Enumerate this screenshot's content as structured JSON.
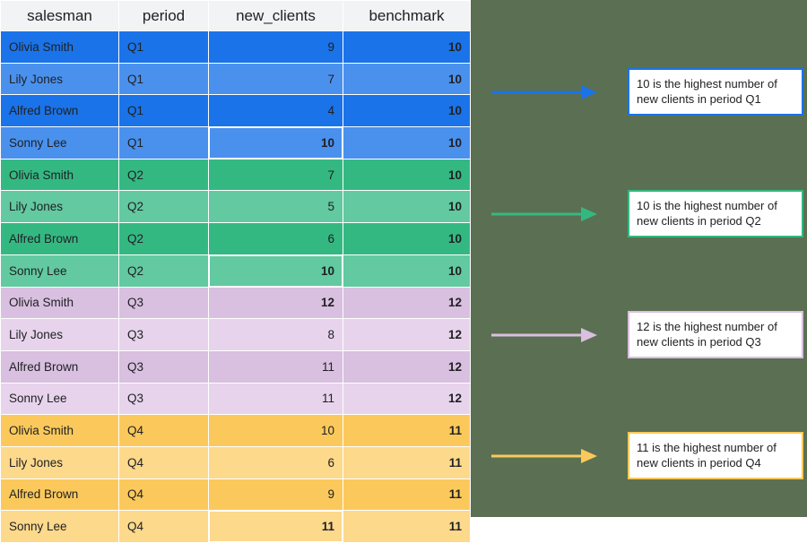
{
  "table": {
    "headers": [
      "salesman",
      "period",
      "new_clients",
      "benchmark"
    ],
    "rows": [
      {
        "salesman": "Olivia Smith",
        "period": "Q1",
        "new_clients": "9",
        "benchmark": "10",
        "quarter": "q1",
        "shade": "dark",
        "highlight": false
      },
      {
        "salesman": "Lily Jones",
        "period": "Q1",
        "new_clients": "7",
        "benchmark": "10",
        "quarter": "q1",
        "shade": "light",
        "highlight": false
      },
      {
        "salesman": "Alfred Brown",
        "period": "Q1",
        "new_clients": "4",
        "benchmark": "10",
        "quarter": "q1",
        "shade": "dark",
        "highlight": false
      },
      {
        "salesman": "Sonny Lee",
        "period": "Q1",
        "new_clients": "10",
        "benchmark": "10",
        "quarter": "q1",
        "shade": "light",
        "highlight": true
      },
      {
        "salesman": "Olivia Smith",
        "period": "Q2",
        "new_clients": "7",
        "benchmark": "10",
        "quarter": "q2",
        "shade": "dark",
        "highlight": false
      },
      {
        "salesman": "Lily Jones",
        "period": "Q2",
        "new_clients": "5",
        "benchmark": "10",
        "quarter": "q2",
        "shade": "light",
        "highlight": false
      },
      {
        "salesman": "Alfred Brown",
        "period": "Q2",
        "new_clients": "6",
        "benchmark": "10",
        "quarter": "q2",
        "shade": "dark",
        "highlight": false
      },
      {
        "salesman": "Sonny Lee",
        "period": "Q2",
        "new_clients": "10",
        "benchmark": "10",
        "quarter": "q2",
        "shade": "light",
        "highlight": true
      },
      {
        "salesman": "Olivia Smith",
        "period": "Q3",
        "new_clients": "12",
        "benchmark": "12",
        "quarter": "q3",
        "shade": "dark",
        "highlight": false,
        "bold_new": true
      },
      {
        "salesman": "Lily Jones",
        "period": "Q3",
        "new_clients": "8",
        "benchmark": "12",
        "quarter": "q3",
        "shade": "light",
        "highlight": false
      },
      {
        "salesman": "Alfred Brown",
        "period": "Q3",
        "new_clients": "11",
        "benchmark": "12",
        "quarter": "q3",
        "shade": "dark",
        "highlight": false
      },
      {
        "salesman": "Sonny Lee",
        "period": "Q3",
        "new_clients": "11",
        "benchmark": "12",
        "quarter": "q3",
        "shade": "light",
        "highlight": false
      },
      {
        "salesman": "Olivia Smith",
        "period": "Q4",
        "new_clients": "10",
        "benchmark": "11",
        "quarter": "q4",
        "shade": "dark",
        "highlight": false
      },
      {
        "salesman": "Lily Jones",
        "period": "Q4",
        "new_clients": "6",
        "benchmark": "11",
        "quarter": "q4",
        "shade": "light",
        "highlight": false
      },
      {
        "salesman": "Alfred Brown",
        "period": "Q4",
        "new_clients": "9",
        "benchmark": "11",
        "quarter": "q4",
        "shade": "dark",
        "highlight": false
      },
      {
        "salesman": "Sonny Lee",
        "period": "Q4",
        "new_clients": "11",
        "benchmark": "11",
        "quarter": "q4",
        "shade": "light",
        "highlight": true
      }
    ]
  },
  "callouts": [
    {
      "text": "10 is the highest number of new clients in period Q1",
      "color": "#1a73e8"
    },
    {
      "text": "10 is the highest number of new clients in period Q2",
      "color": "#34b882"
    },
    {
      "text": "12 is the highest number of new clients in period Q3",
      "color": "#d9bfe0"
    },
    {
      "text": "11 is the highest number of new clients in period Q4",
      "color": "#fbc95b"
    }
  ],
  "panel": {
    "background": "#5b7052"
  }
}
